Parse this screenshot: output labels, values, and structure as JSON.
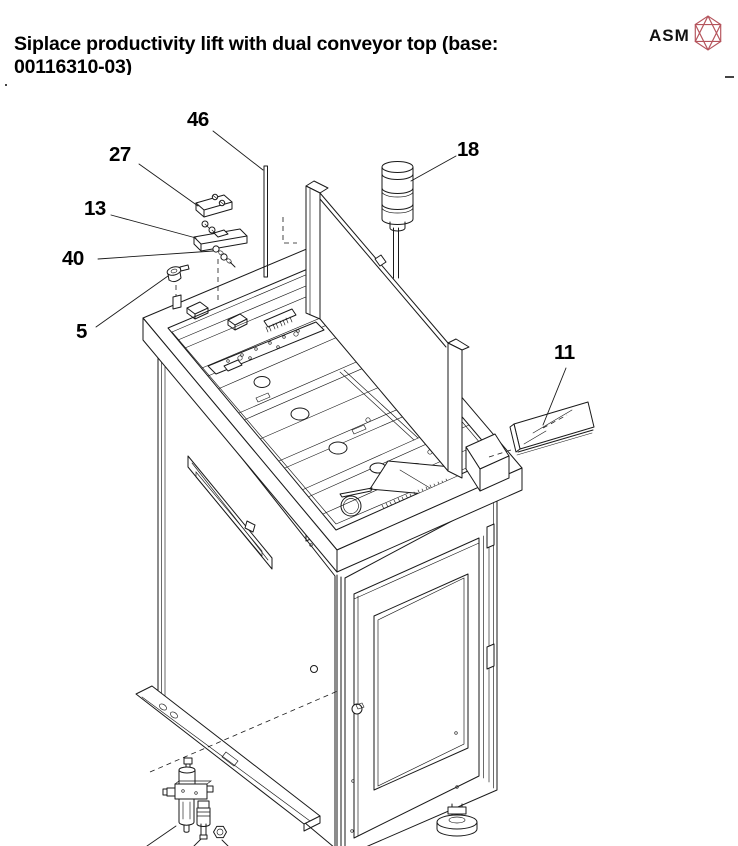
{
  "page": {
    "title_line1": "Siplace productivity lift with dual conveyor top (base:",
    "title_line2": "00116310-03)"
  },
  "logo": {
    "text": "ASM",
    "icon": "asm-gem-icon",
    "icon_color": "#b5545c"
  },
  "diagram": {
    "description": "Exploded isometric parts drawing of a Siplace productivity lift cabinet with dual conveyor top, signal tower, cover panel, mounting hardware and air-service unit",
    "callouts": [
      {
        "label": "46"
      },
      {
        "label": "27"
      },
      {
        "label": "13"
      },
      {
        "label": "40"
      },
      {
        "label": "5"
      },
      {
        "label": "18"
      },
      {
        "label": "11"
      }
    ]
  }
}
